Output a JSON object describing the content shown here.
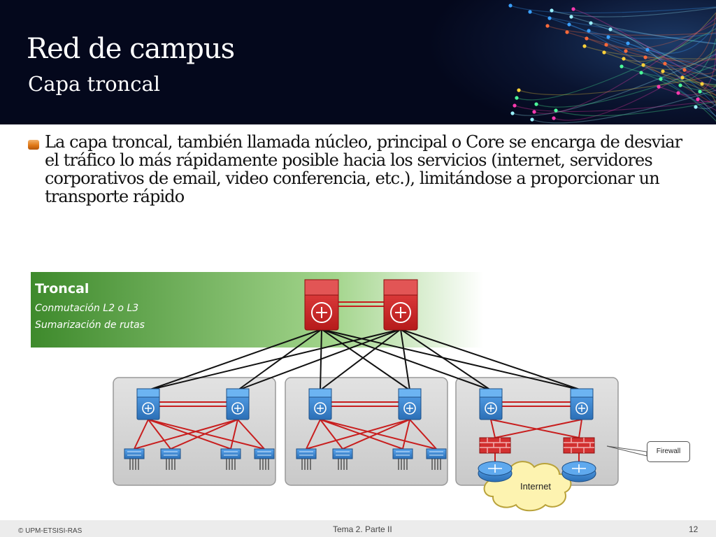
{
  "header": {
    "title": "Red de campus",
    "subtitle": "Capa troncal"
  },
  "body": {
    "bullet": "La capa troncal, también llamada núcleo, principal o Core se encarga de desviar el tráfico lo más rápidamente posible hacia los servicios (internet, servidores corporativos de email, video conferencia, etc.), limitándose a proporcionar un transporte rápido"
  },
  "diagram": {
    "band_title": "Troncal",
    "band_lines": [
      "Conmutación L2 o L3",
      "Sumarización de rutas"
    ],
    "firewall_label": "Firewall",
    "internet_label": "Internet"
  },
  "footer": {
    "left": "© UPM-ETSISI-RAS",
    "center": "Tema 2. Parte II",
    "page": "12"
  },
  "colors": {
    "header_bg": "#04081c",
    "band_green": "#3f8a2e",
    "core_red": "#d22b2b",
    "switch_blue": "#3d8ad6",
    "link_red": "#c81e1e"
  }
}
